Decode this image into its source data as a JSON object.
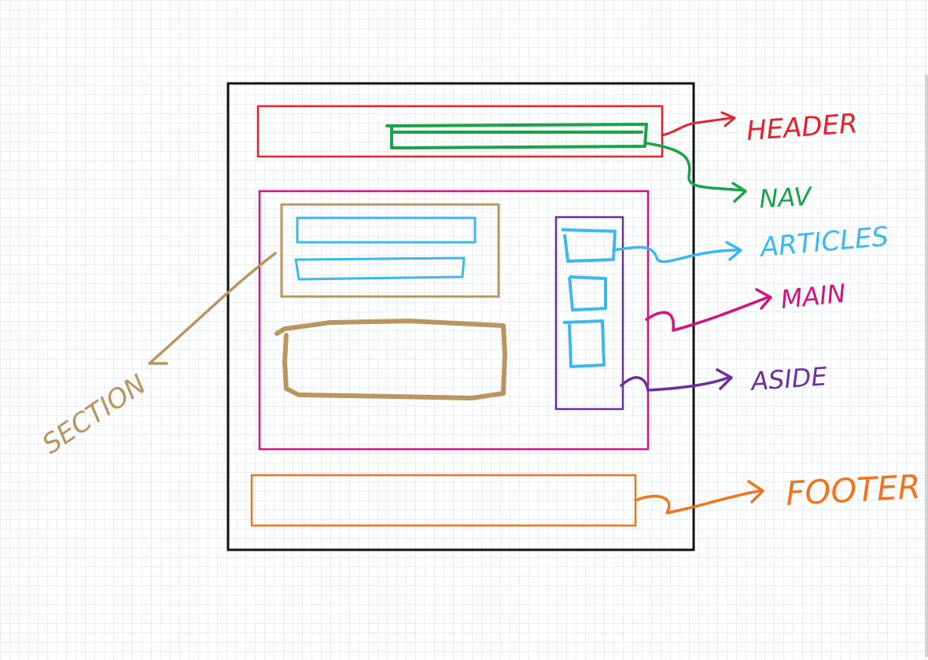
{
  "labels": {
    "header": "HEADER",
    "nav": "NAV",
    "articles": "ARTICLES",
    "main": "MAIN",
    "aside": "ASIDE",
    "footer": "FOOTER",
    "section": "SECTION"
  },
  "colors": {
    "page": "#111111",
    "header": "#e8202a",
    "nav": "#1ba34a",
    "main": "#d6107f",
    "section": "#b99560",
    "articles": "#3db8ec",
    "aside": "#6a2fa0",
    "footer": "#f2741f"
  }
}
